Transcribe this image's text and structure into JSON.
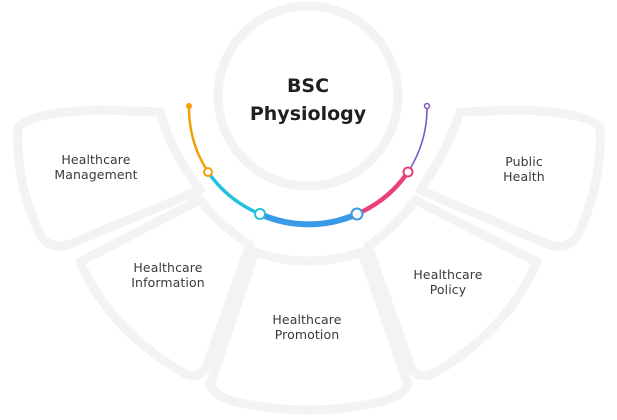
{
  "center": {
    "line1": "BSC",
    "line2": "Physiology"
  },
  "segments": [
    {
      "line1": "Healthcare",
      "line2": "Management"
    },
    {
      "line1": "Healthcare",
      "line2": "Information"
    },
    {
      "line1": "Healthcare",
      "line2": "Promotion"
    },
    {
      "line1": "Healthcare",
      "line2": "Policy"
    },
    {
      "line1": "Public",
      "line2": "Health"
    }
  ],
  "arc_colors": [
    "#f59e0b",
    "#22c1dc",
    "#3b9ae6",
    "#ec407a",
    "#7e57c2"
  ]
}
